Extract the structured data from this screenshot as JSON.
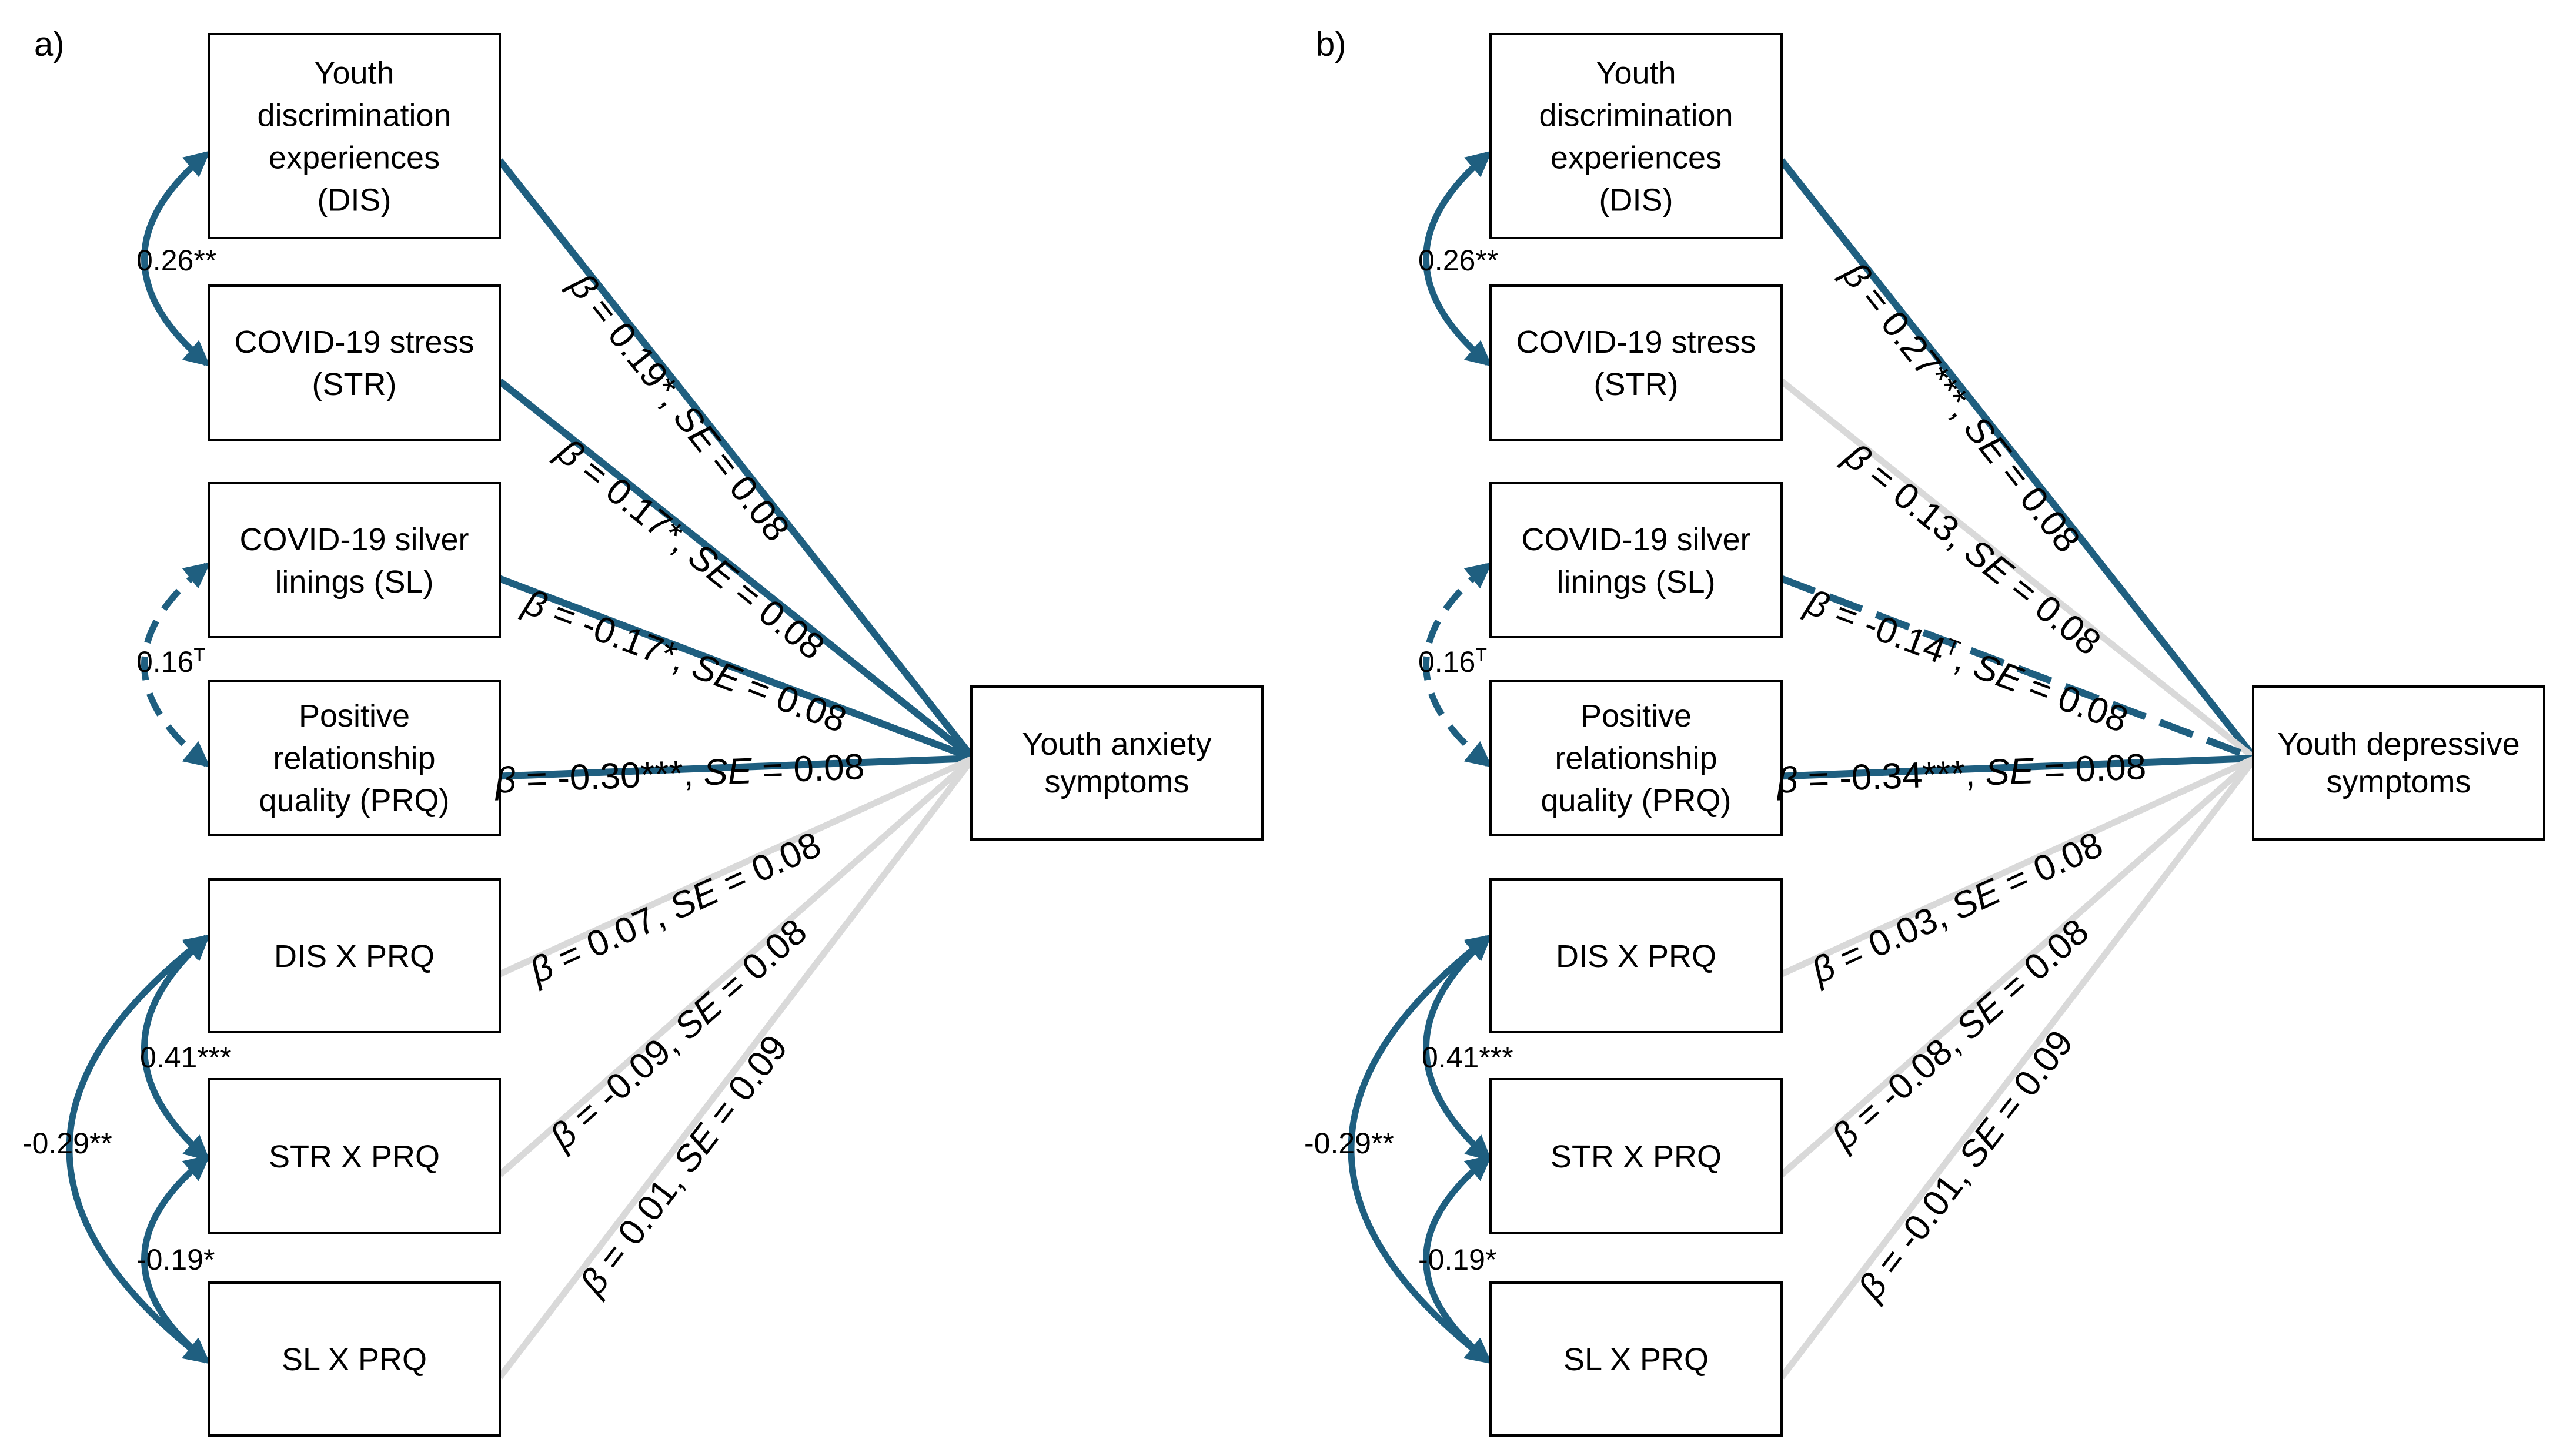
{
  "colors": {
    "significant": "#1f5f80",
    "nonsignificant": "#d9d9d9",
    "box_border": "#000000"
  },
  "panels": [
    {
      "label": "a)",
      "predictors": [
        {
          "lines": [
            "Youth",
            "discrimination",
            "experiences",
            "(DIS)"
          ],
          "path": {
            "beta": "0.19*",
            "se": "0.08",
            "style": "solid"
          }
        },
        {
          "lines": [
            "COVID-19 stress",
            "(STR)"
          ],
          "path": {
            "beta": "0.17*",
            "se": "0.08",
            "style": "solid"
          }
        },
        {
          "lines": [
            "COVID-19 silver",
            "linings (SL)"
          ],
          "path": {
            "beta": "-0.17*",
            "se": "0.08",
            "style": "solid"
          }
        },
        {
          "lines": [
            "Positive",
            "relationship",
            "quality (PRQ)"
          ],
          "path": {
            "beta": "-0.30***",
            "se": "0.08",
            "style": "solid"
          }
        },
        {
          "lines": [
            "DIS X PRQ"
          ],
          "path": {
            "beta": "0.07",
            "se": "0.08",
            "style": "ns"
          }
        },
        {
          "lines": [
            "STR X PRQ"
          ],
          "path": {
            "beta": "-0.09",
            "se": "0.08",
            "style": "ns"
          }
        },
        {
          "lines": [
            "SL X PRQ"
          ],
          "path": {
            "beta": "0.01",
            "se": "0.09",
            "style": "ns"
          }
        }
      ],
      "outcome": {
        "lines": [
          "Youth anxiety",
          "symptoms"
        ]
      },
      "covariances": [
        {
          "from": 0,
          "to": 1,
          "value": "0.26**",
          "style": "solid"
        },
        {
          "from": 2,
          "to": 3,
          "value": "0.16",
          "sup": "T",
          "style": "dashed"
        },
        {
          "from": 4,
          "to": 5,
          "value": "0.41***",
          "style": "solid"
        },
        {
          "from": 5,
          "to": 6,
          "value": "-0.19*",
          "style": "solid"
        },
        {
          "from": 4,
          "to": 6,
          "value": "-0.29**",
          "style": "solid"
        }
      ]
    },
    {
      "label": "b)",
      "predictors": [
        {
          "lines": [
            "Youth",
            "discrimination",
            "experiences",
            "(DIS)"
          ],
          "path": {
            "beta": "0.27***",
            "se": "0.08",
            "style": "solid"
          }
        },
        {
          "lines": [
            "COVID-19 stress",
            "(STR)"
          ],
          "path": {
            "beta": "0.13",
            "se": "0.08",
            "style": "ns"
          }
        },
        {
          "lines": [
            "COVID-19 silver",
            "linings (SL)"
          ],
          "path": {
            "beta": "-0.14",
            "sup": "T",
            "se": "0.08",
            "style": "dashed"
          }
        },
        {
          "lines": [
            "Positive",
            "relationship",
            "quality (PRQ)"
          ],
          "path": {
            "beta": "-0.34***",
            "se": "0.08",
            "style": "solid"
          }
        },
        {
          "lines": [
            "DIS X PRQ"
          ],
          "path": {
            "beta": "0.03",
            "se": "0.08",
            "style": "ns"
          }
        },
        {
          "lines": [
            "STR X PRQ"
          ],
          "path": {
            "beta": "-0.08",
            "se": "0.08",
            "style": "ns"
          }
        },
        {
          "lines": [
            "SL X PRQ"
          ],
          "path": {
            "beta": "-0.01",
            "se": "0.09",
            "style": "ns"
          }
        }
      ],
      "outcome": {
        "lines": [
          "Youth depressive",
          "symptoms"
        ]
      },
      "covariances": [
        {
          "from": 0,
          "to": 1,
          "value": "0.26**",
          "style": "solid"
        },
        {
          "from": 2,
          "to": 3,
          "value": "0.16",
          "sup": "T",
          "style": "dashed"
        },
        {
          "from": 4,
          "to": 5,
          "value": "0.41***",
          "style": "solid"
        },
        {
          "from": 5,
          "to": 6,
          "value": "-0.19*",
          "style": "solid"
        },
        {
          "from": 4,
          "to": 6,
          "value": "-0.29**",
          "style": "solid"
        }
      ]
    }
  ]
}
